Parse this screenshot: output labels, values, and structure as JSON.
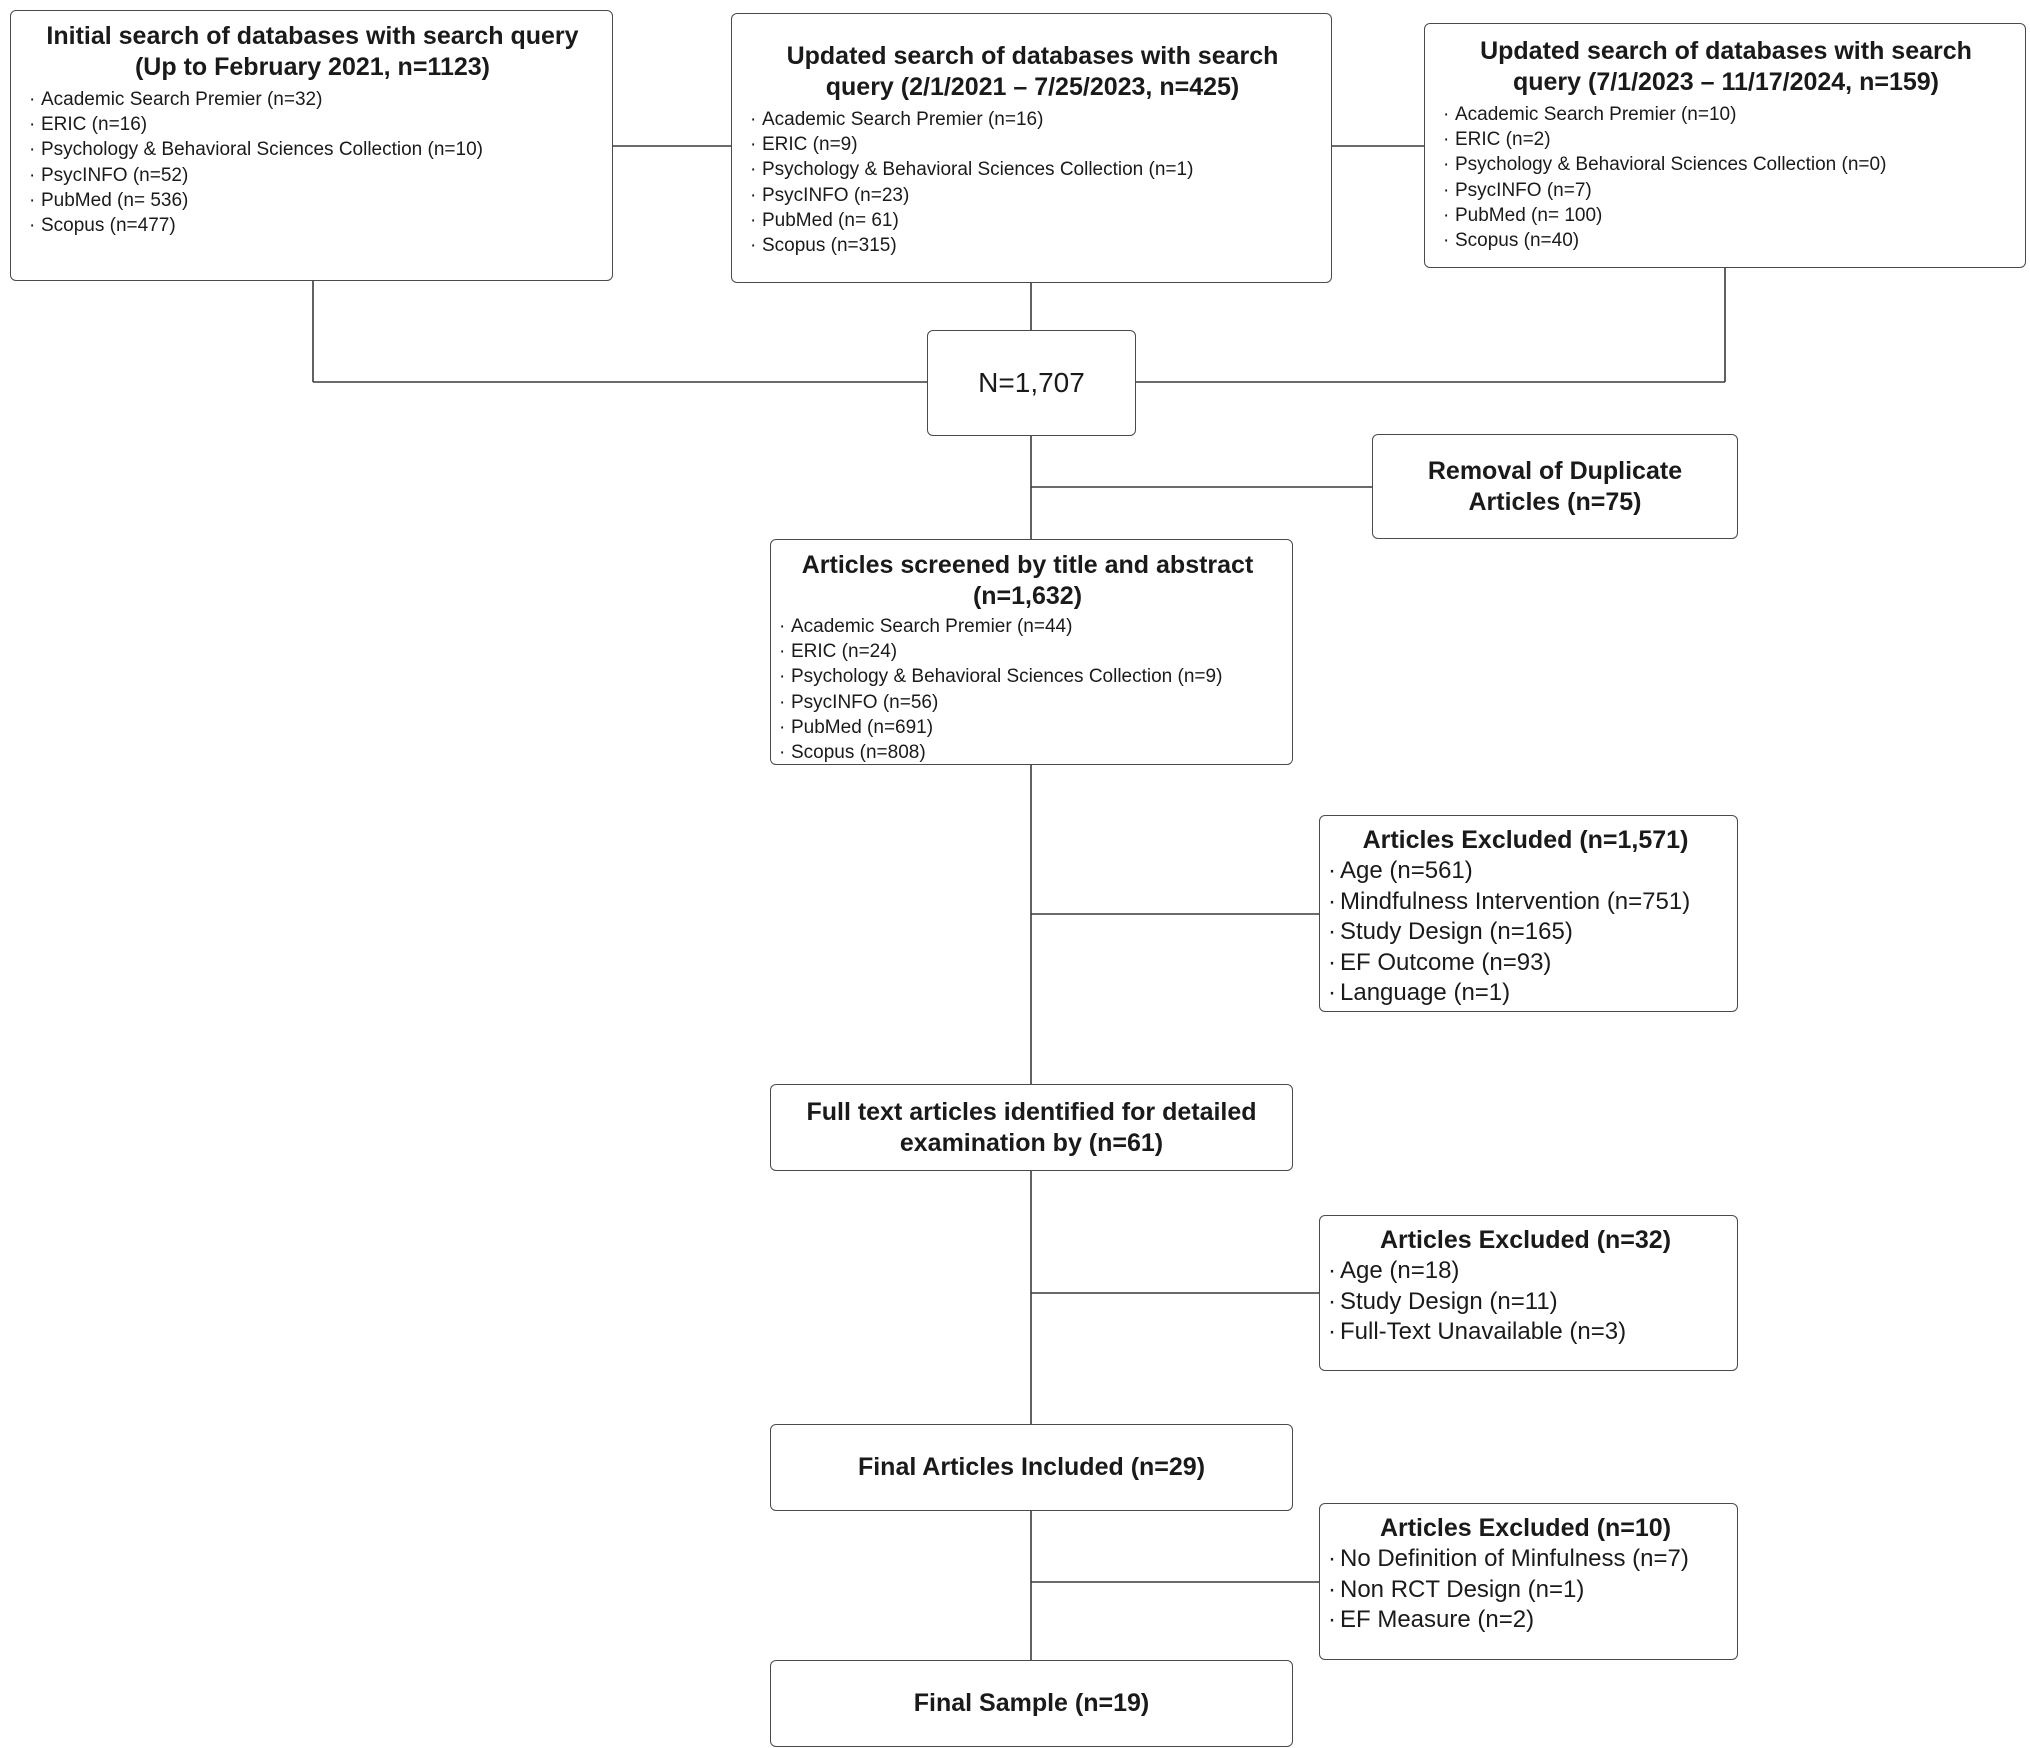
{
  "search1": {
    "title": "Initial search of databases with search query (Up to February 2021, n=1123)",
    "items": [
      "Academic Search Premier (n=32)",
      "ERIC (n=16)",
      "Psychology & Behavioral Sciences Collection (n=10)",
      "PsycINFO (n=52)",
      "PubMed (n= 536)",
      "Scopus (n=477)"
    ]
  },
  "search2": {
    "title": "Updated search of databases with search query (2/1/2021 – 7/25/2023, n=425)",
    "items": [
      "Academic Search Premier (n=16)",
      "ERIC (n=9)",
      "Psychology & Behavioral Sciences Collection (n=1)",
      "PsycINFO (n=23)",
      "PubMed (n= 61)",
      "Scopus (n=315)"
    ]
  },
  "search3": {
    "title": "Updated search of databases with search query (7/1/2023 – 11/17/2024, n=159)",
    "items": [
      "Academic Search Premier (n=10)",
      "ERIC (n=2)",
      "Psychology & Behavioral Sciences Collection (n=0)",
      "PsycINFO (n=7)",
      "PubMed (n= 100)",
      "Scopus (n=40)"
    ]
  },
  "total": {
    "label": "N=1,707"
  },
  "duplicates": {
    "title": "Removal of Duplicate Articles (n=75)"
  },
  "screened": {
    "title": "Articles screened by title and abstract (n=1,632)",
    "items": [
      "Academic Search Premier (n=44)",
      "ERIC (n=24)",
      "Psychology & Behavioral Sciences Collection (n=9)",
      "PsycINFO (n=56)",
      "PubMed (n=691)",
      "Scopus (n=808)"
    ]
  },
  "excluded1": {
    "title": "Articles Excluded (n=1,571)",
    "items": [
      "Age (n=561)",
      "Mindfulness Intervention (n=751)",
      "Study Design (n=165)",
      "EF Outcome (n=93)",
      "Language (n=1)"
    ]
  },
  "fulltext": {
    "title": "Full text articles identified for detailed examination by (n=61)"
  },
  "excluded2": {
    "title": "Articles Excluded (n=32)",
    "items": [
      "Age (n=18)",
      "Study Design (n=11)",
      "Full-Text Unavailable (n=3)"
    ]
  },
  "included": {
    "title": "Final Articles Included (n=29)"
  },
  "excluded3": {
    "title": "Articles Excluded (n=10)",
    "items": [
      "No Definition of Minfulness (n=7)",
      "Non RCT Design (n=1)",
      "EF Measure (n=2)"
    ]
  },
  "final": {
    "title": "Final Sample (n=19)"
  }
}
